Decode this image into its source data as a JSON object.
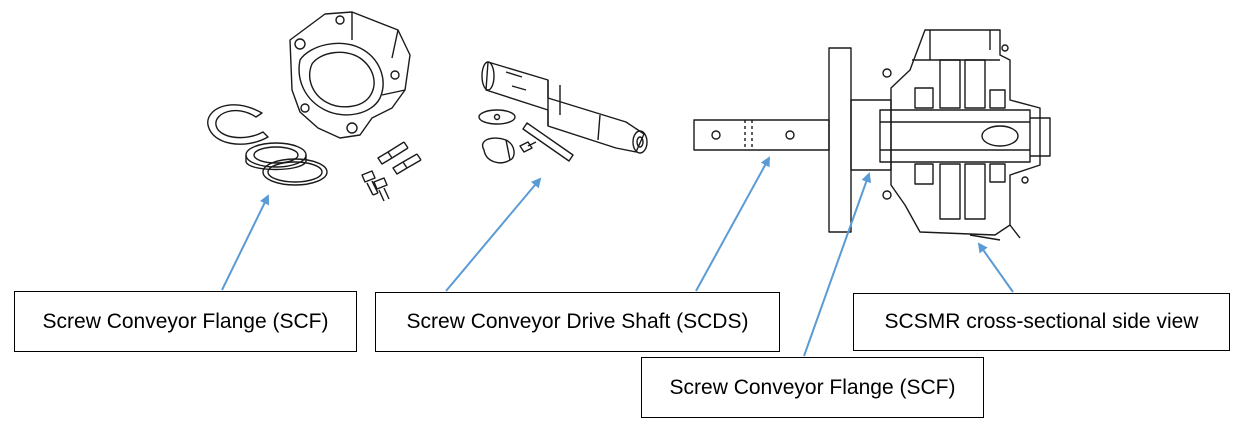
{
  "labels": {
    "scf_left": "Screw Conveyor Flange (SCF)",
    "scds": "Screw Conveyor Drive Shaft (SCDS)",
    "scsmr": "SCSMR cross-sectional side view",
    "scf_bottom": "Screw Conveyor Flange (SCF)"
  },
  "colors": {
    "arrow": "#5b9bd5",
    "line": "#1a1a1a",
    "box_border": "#000000"
  }
}
